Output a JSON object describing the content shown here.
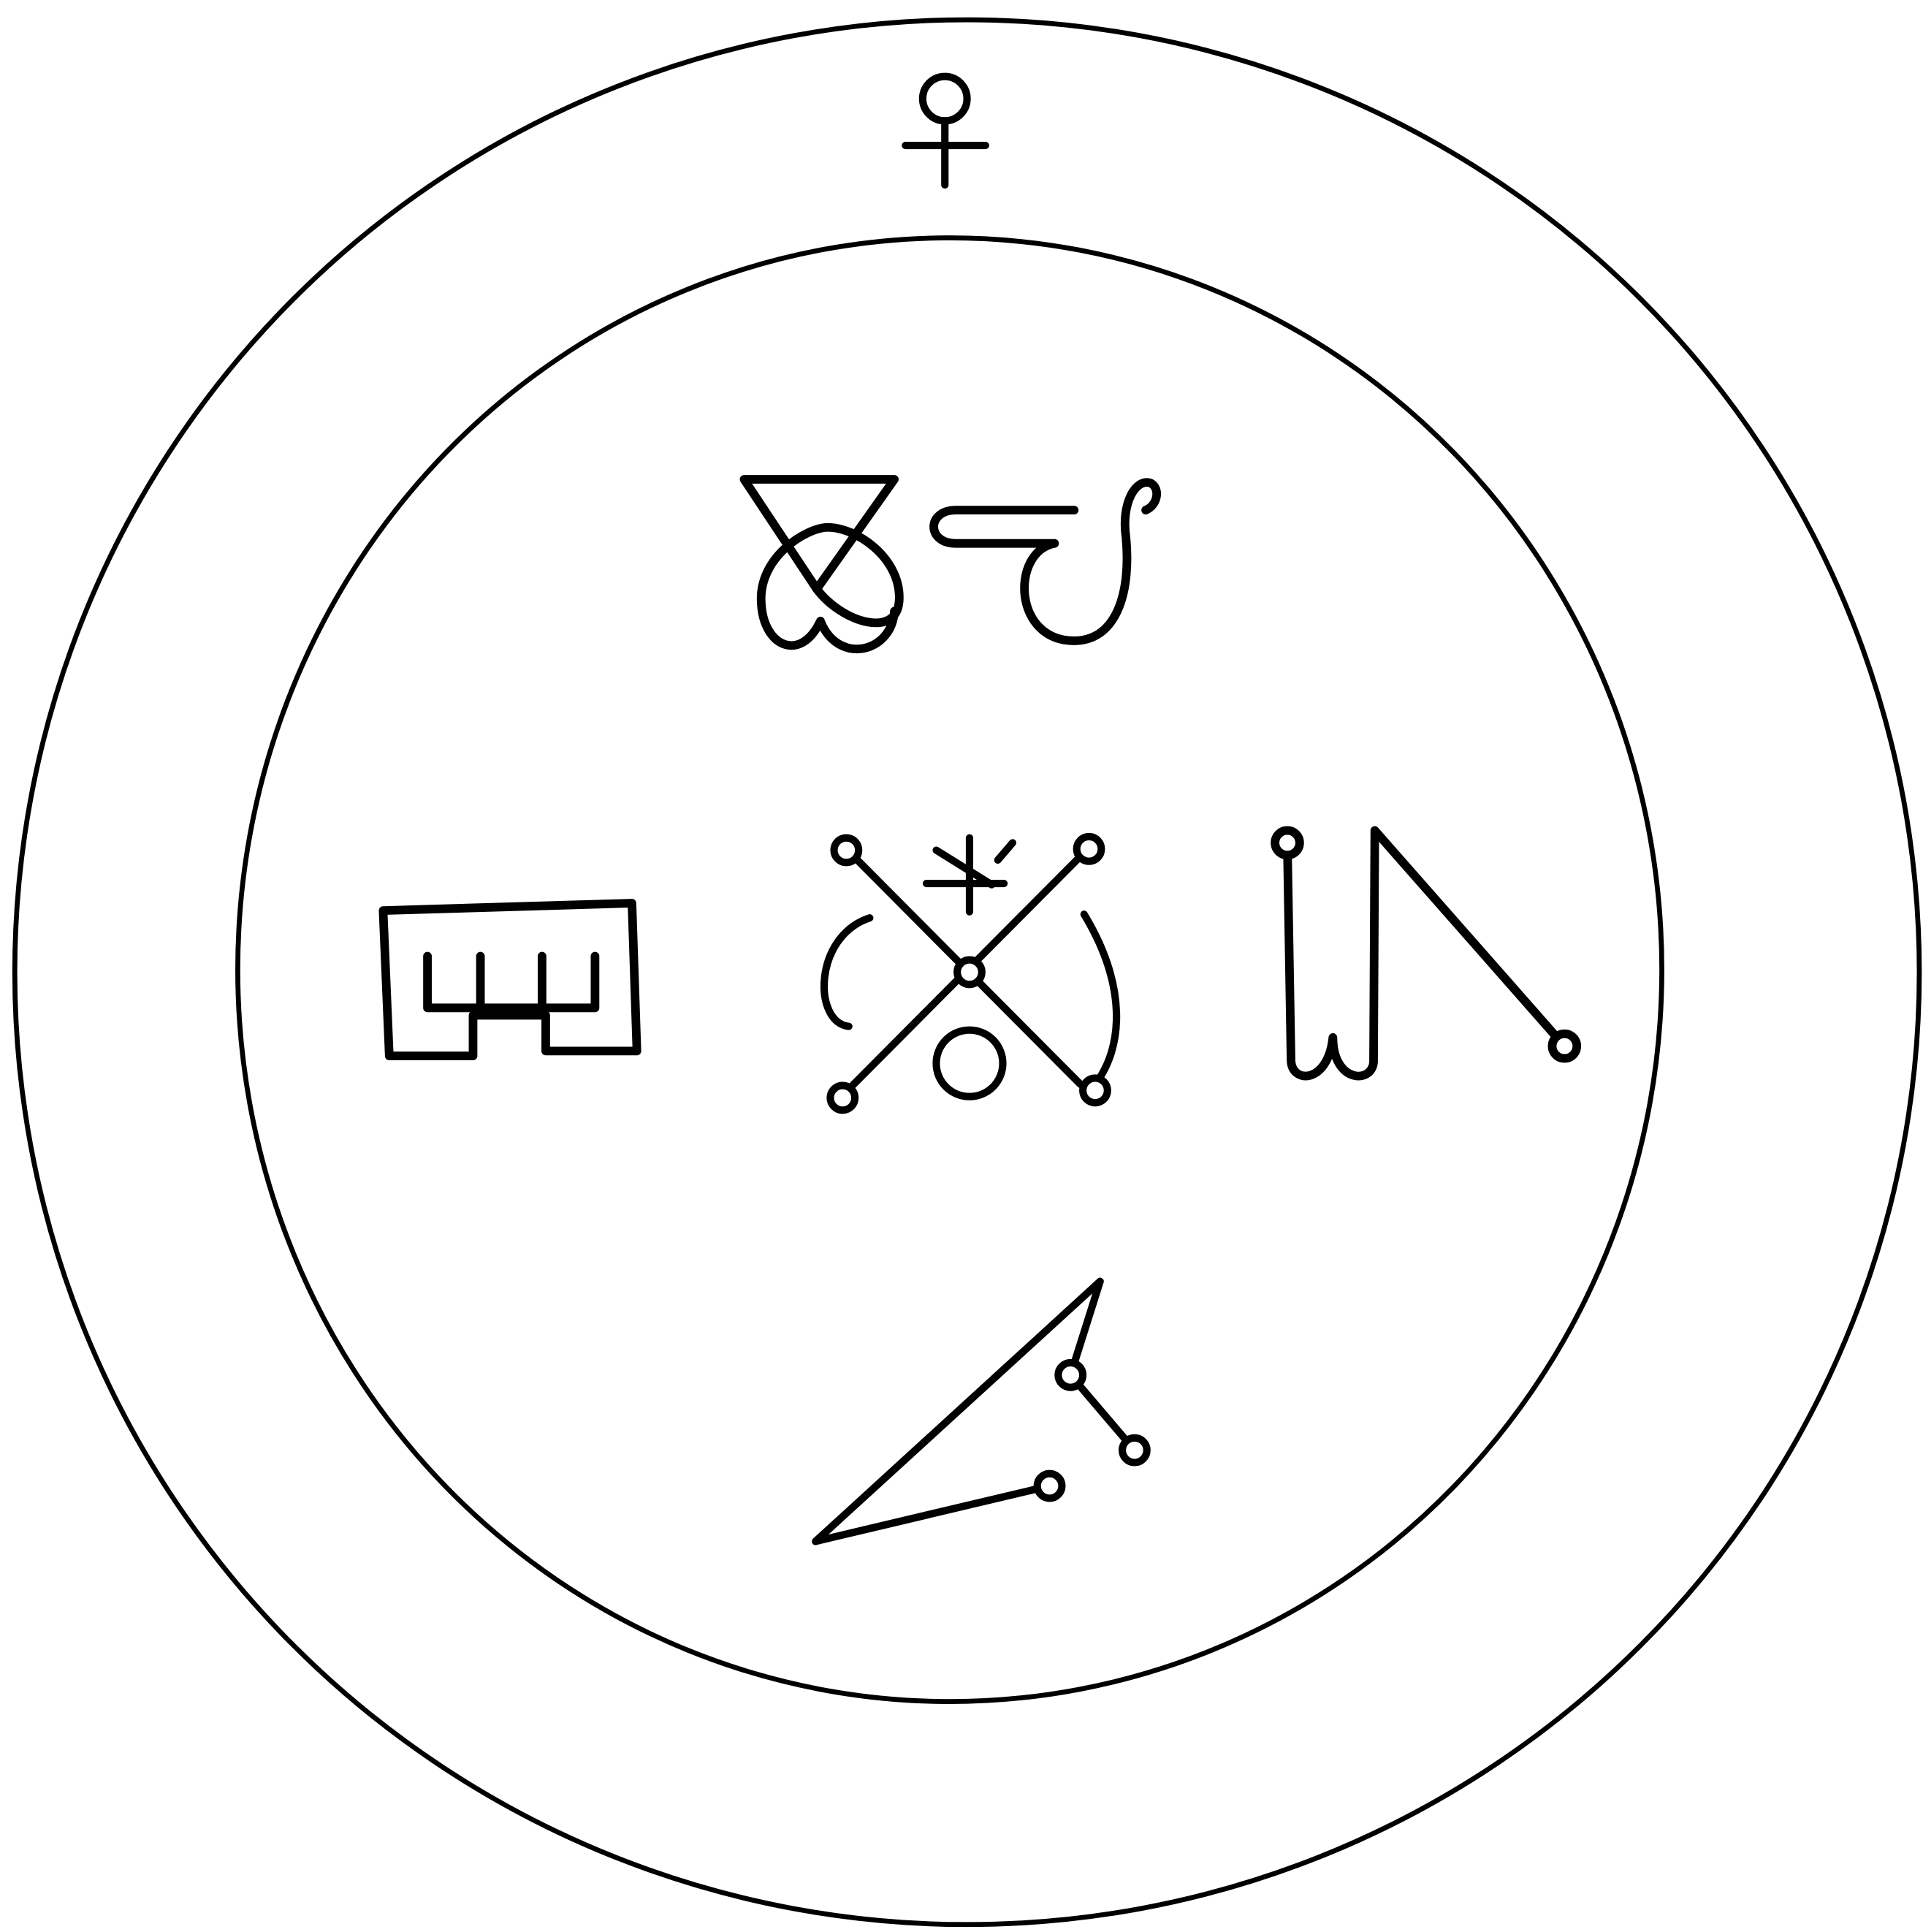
{
  "seal": {
    "planet_glyph": "venus-symbol",
    "ink_color": "#000000",
    "paper_color": "#ffffff",
    "seal_shape": "two concentric circles",
    "sigils": [
      "inverted-triangle-heart-sigil",
      "hooked-scroll-sigil",
      "boxed-trident-sigil",
      "crossed-lines-center-sigil",
      "hooked-line-sigil",
      "triangle-bottom-sigil"
    ]
  }
}
